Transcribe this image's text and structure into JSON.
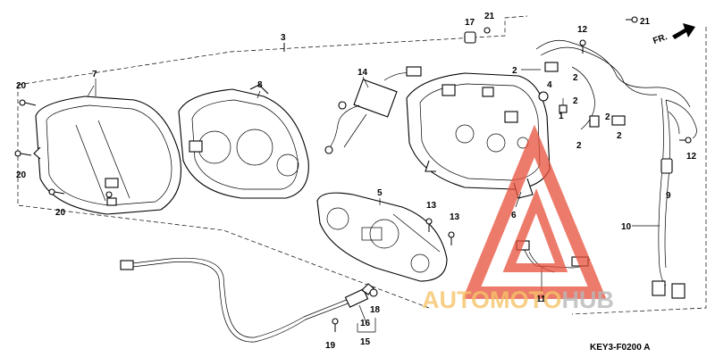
{
  "diagram": {
    "callouts": [
      "1",
      "2",
      "3",
      "4",
      "5",
      "6",
      "7",
      "8",
      "9",
      "10",
      "11",
      "12",
      "13",
      "14",
      "15",
      "16",
      "17",
      "18",
      "19",
      "20",
      "21"
    ],
    "direction_label": "FR.",
    "figure_code": "KEY3-F0200 A"
  },
  "watermark": {
    "part_a": "AUTOMOTO",
    "part_b": "HUB",
    "color_a": "#f6c46a",
    "color_b": "#b8b8b8",
    "logo_color": "#e8503a"
  }
}
